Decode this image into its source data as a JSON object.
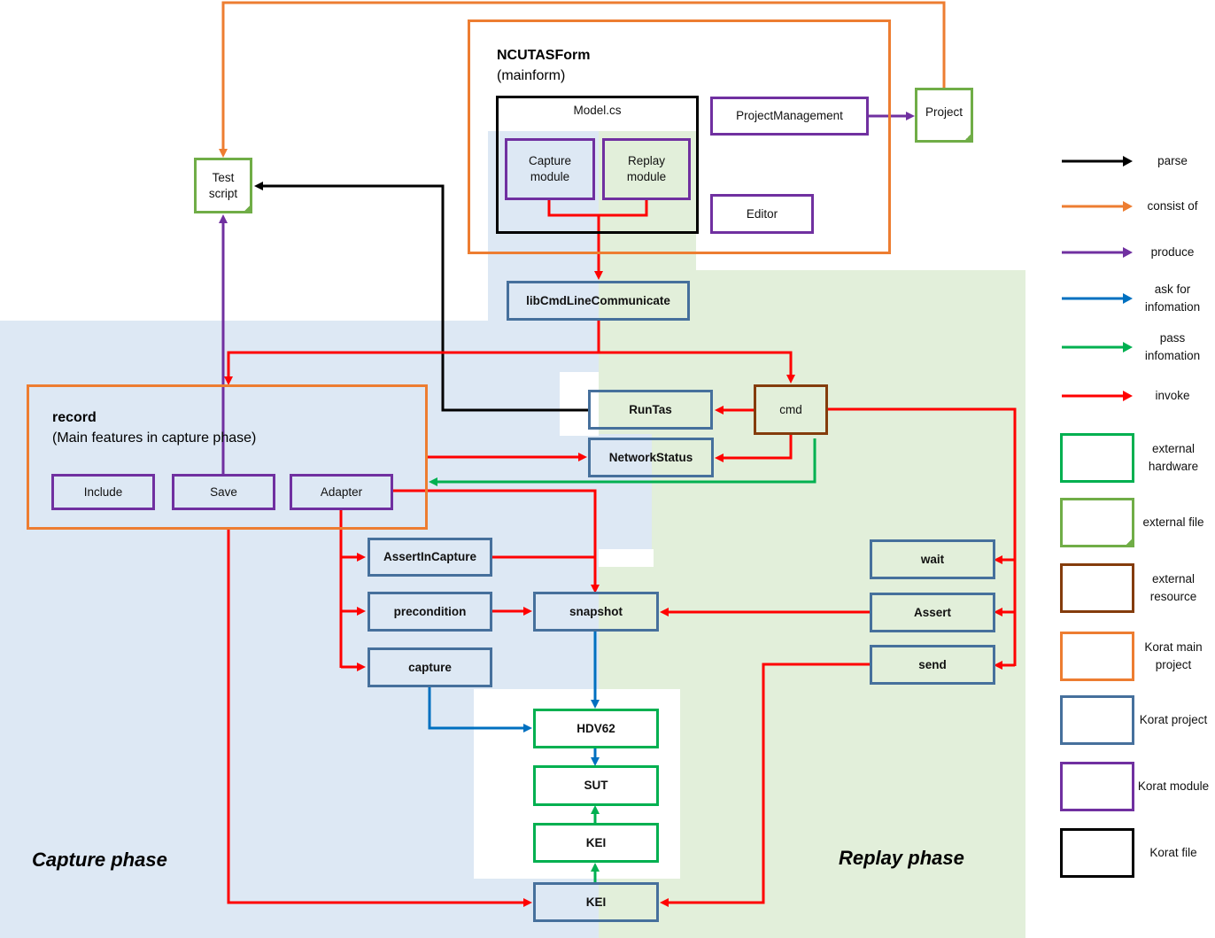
{
  "main_form": {
    "title": "NCUTASForm",
    "subtitle": "(mainform)"
  },
  "model": {
    "title": "Model.cs",
    "capture": "Capture module",
    "replay": "Replay module"
  },
  "project_management": "ProjectManagement",
  "editor": "Editor",
  "project_file": "Project",
  "test_script": "Test script",
  "lib_cmd": "libCmdLineCommunicate",
  "runtas": "RunTas",
  "cmd": "cmd",
  "network_status": "NetworkStatus",
  "record": {
    "title": "record",
    "subtitle": "(Main features in capture phase)",
    "include": "Include",
    "save": "Save",
    "adapter": "Adapter"
  },
  "assert_in_capture": "AssertInCapture",
  "precondition": "precondition",
  "capture": "capture",
  "snapshot": "snapshot",
  "hdv62": "HDV62",
  "sut": "SUT",
  "kei_upper": "KEI",
  "kei_lower": "KEI",
  "wait": "wait",
  "assert": "Assert",
  "send": "send",
  "phases": {
    "capture": "Capture phase",
    "replay": "Replay phase"
  },
  "legend": {
    "arrows": [
      {
        "label": "parse",
        "color": "#000000"
      },
      {
        "label": "consist of",
        "color": "#ed7d31"
      },
      {
        "label": "produce",
        "color": "#7030a0"
      },
      {
        "label": "ask for infomation",
        "color": "#0070c0"
      },
      {
        "label": "pass infomation",
        "color": "#00b050"
      },
      {
        "label": "invoke",
        "color": "#ff0000"
      }
    ],
    "boxes": [
      {
        "label": "external hardware",
        "color": "#00b050"
      },
      {
        "label": "external file",
        "color": "#70ad47"
      },
      {
        "label": "external resource",
        "color": "#843c0c"
      },
      {
        "label": "Korat main project",
        "color": "#ed7d31"
      },
      {
        "label": "Korat project",
        "color": "#46709c"
      },
      {
        "label": "Korat module",
        "color": "#7030a0"
      },
      {
        "label": "Korat file",
        "color": "#000000"
      }
    ]
  }
}
